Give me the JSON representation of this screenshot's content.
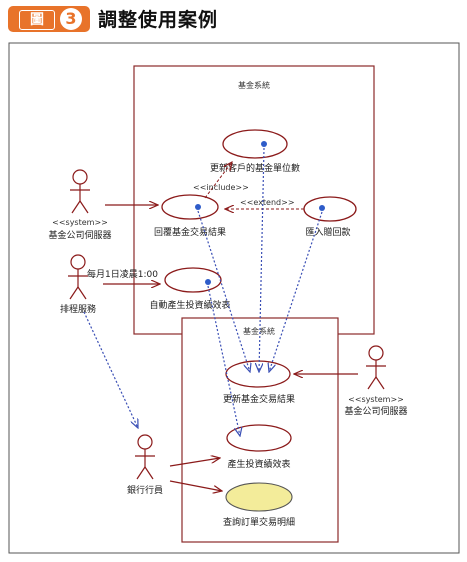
{
  "header": {
    "figure_word": "圖",
    "figure_number": "3",
    "title": "調整使用案例"
  },
  "systems": {
    "top": "基金系統",
    "bottom": "基金系統"
  },
  "actors": {
    "system_top": {
      "stereotype": "<<system>>",
      "name": "基金公司伺服器"
    },
    "scheduler": {
      "name": "排程服務",
      "trigger": "每月1日凌晨1:00"
    },
    "system_right": {
      "stereotype": "<<system>>",
      "name": "基金公司伺服器"
    },
    "teller": {
      "name": "銀行行員"
    }
  },
  "use_cases": {
    "update_units": "更新客戶的基金單位數",
    "reply_result": "回覆基金交易結果",
    "dividend": "匯入贈回款",
    "auto_report": "自動產生投資績效表",
    "update_result": "更新基金交易結果",
    "gen_report": "產生投資績效表",
    "query_detail": "查詢訂單交易明細"
  },
  "relations": {
    "include": "<<include>>",
    "extend": "<<extend>>"
  },
  "colors": {
    "accent": "#e8732a",
    "system_border": "#8b2a2a",
    "usecase_border": "#8b1a1a",
    "dotted": "#3a4fb5",
    "highlight_fill": "#f3ec9a"
  }
}
